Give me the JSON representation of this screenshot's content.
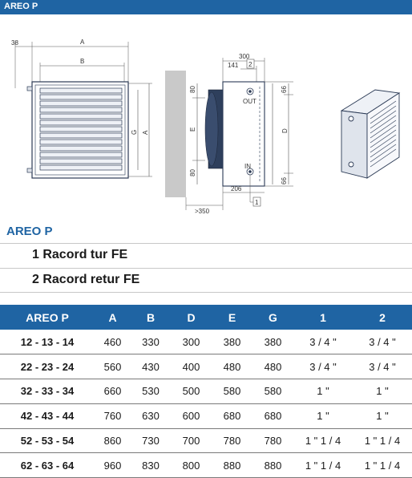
{
  "header": {
    "title": "AREO P"
  },
  "drawing": {
    "dims": {
      "d38": "38",
      "A": "A",
      "B": "B",
      "G": "G",
      "A2": "A",
      "d300": "300",
      "d141": "141",
      "call2": "2",
      "out": "OUT",
      "in": "IN",
      "d80a": "80",
      "E": "E",
      "d80b": "80",
      "d66a": "66",
      "D": "D",
      "d66b": "66",
      "d206": "206",
      "call1": "1",
      "d350": ">350"
    }
  },
  "section": {
    "title": "AREO P"
  },
  "legend": [
    {
      "label": "1 Racord tur FE"
    },
    {
      "label": "2 Racord retur FE"
    }
  ],
  "table": {
    "headers": [
      "AREO P",
      "A",
      "B",
      "D",
      "E",
      "G",
      "1",
      "2"
    ],
    "rows": [
      [
        "12 - 13 - 14",
        "460",
        "330",
        "300",
        "380",
        "380",
        "3 / 4 \"",
        "3 / 4 \""
      ],
      [
        "22 - 23 - 24",
        "560",
        "430",
        "400",
        "480",
        "480",
        "3 / 4 \"",
        "3 / 4 \""
      ],
      [
        "32 - 33 - 34",
        "660",
        "530",
        "500",
        "580",
        "580",
        "1 \"",
        "1 \""
      ],
      [
        "42 - 43 - 44",
        "760",
        "630",
        "600",
        "680",
        "680",
        "1 \"",
        "1 \""
      ],
      [
        "52 - 53 - 54",
        "860",
        "730",
        "700",
        "780",
        "780",
        "1 \" 1 / 4",
        "1 \" 1 / 4"
      ],
      [
        "62 - 63 - 64",
        "960",
        "830",
        "800",
        "880",
        "880",
        "1 \" 1 / 4",
        "1 \" 1 / 4"
      ]
    ]
  }
}
